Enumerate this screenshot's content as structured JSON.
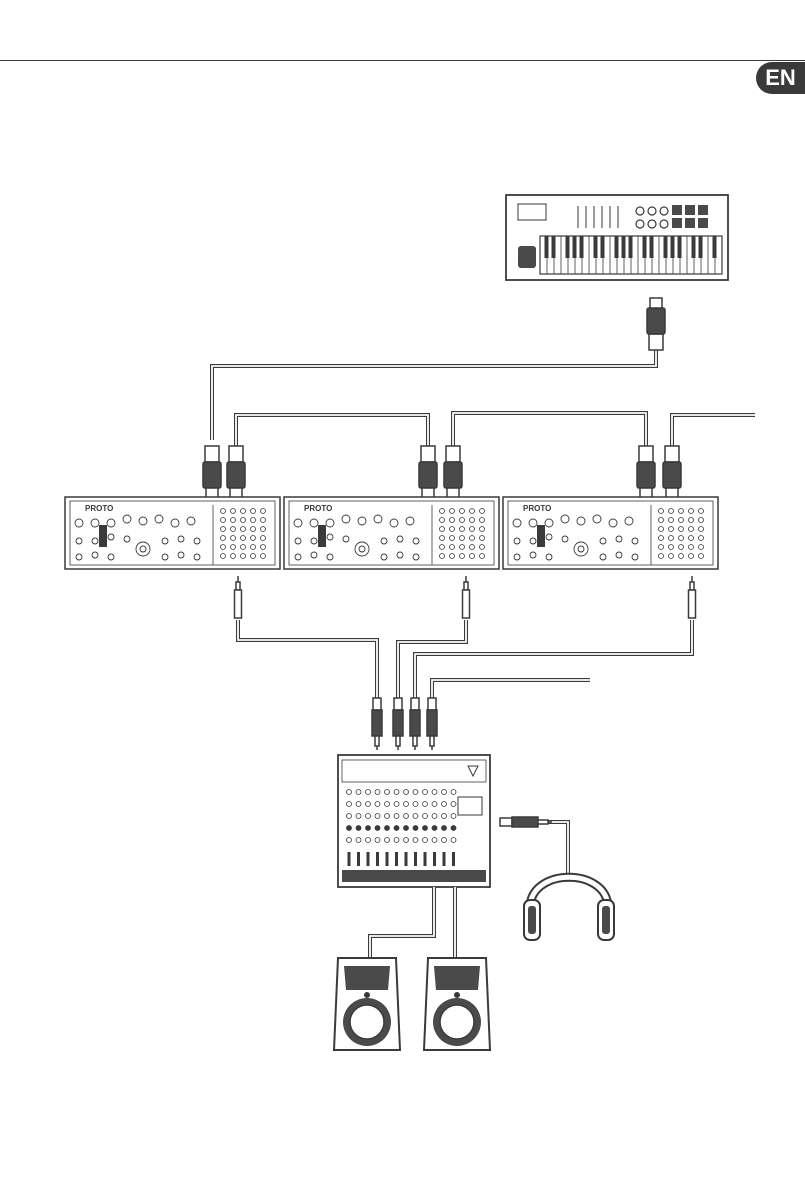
{
  "language_badge": "EN",
  "colors": {
    "line": "#3a3a3a",
    "fill": "#ffffff",
    "dark": "#4a4a4a"
  },
  "devices": [
    {
      "name": "midi-keyboard-controller"
    },
    {
      "name": "modular-synth-1",
      "logo": "PROTO"
    },
    {
      "name": "modular-synth-2",
      "logo": "PROTO"
    },
    {
      "name": "modular-synth-3",
      "logo": "PROTO"
    },
    {
      "name": "mixer"
    },
    {
      "name": "headphones"
    },
    {
      "name": "loudspeaker-left"
    },
    {
      "name": "loudspeaker-right"
    }
  ]
}
